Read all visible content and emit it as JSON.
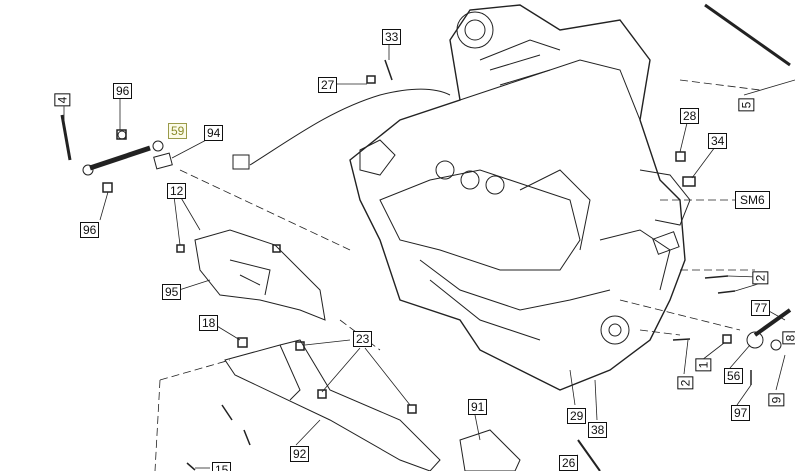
{
  "diagram": {
    "type": "exploded-parts-diagram",
    "callouts": [
      "33",
      "27",
      "4",
      "96",
      "59",
      "94",
      "5",
      "28",
      "34",
      "SM6",
      "12",
      "96",
      "95",
      "2",
      "77",
      "18",
      "23",
      "1",
      "56",
      "8",
      "2",
      "97",
      "9",
      "29",
      "38",
      "91",
      "92",
      "26",
      "15"
    ]
  }
}
